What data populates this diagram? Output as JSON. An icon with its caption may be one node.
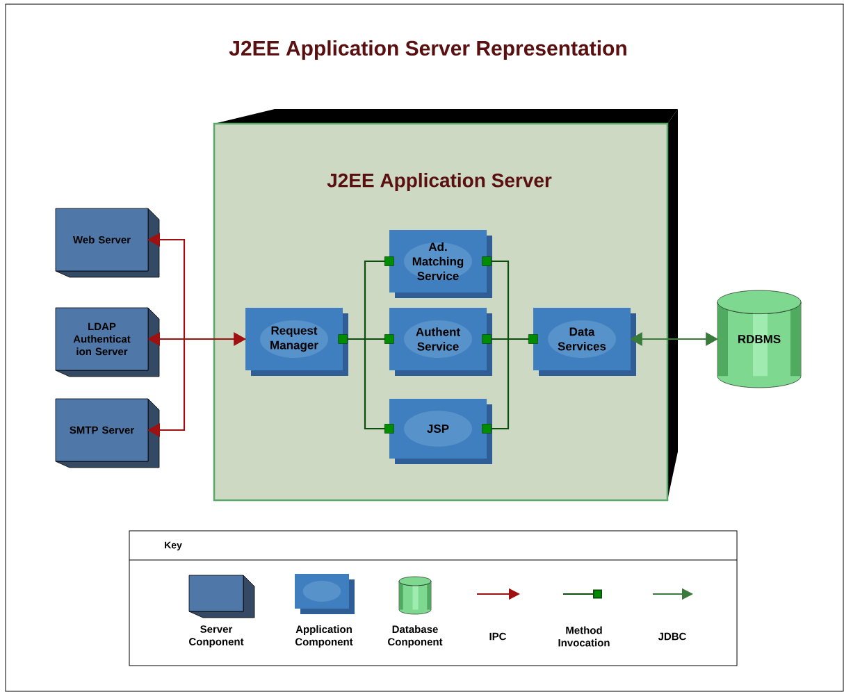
{
  "diagram": {
    "title": "J2EE Application Server Representation",
    "nodes": [
      {
        "text": [
          "J2EE Application Server"
        ]
      },
      {
        "text": [
          "Web Server"
        ]
      },
      {
        "text": [
          "LDAP Authenticat ion Server"
        ]
      },
      {
        "text": [
          "SMTP Server"
        ]
      },
      {
        "text": [
          "Request Manager"
        ],
        "in": 0
      },
      {
        "text": [
          "Ad. Matching Service"
        ],
        "in": 0
      },
      {
        "text": [
          "Authent Service"
        ],
        "in": 0
      },
      {
        "text": [
          "JSP"
        ],
        "in": 0
      },
      {
        "text": [
          "Data Services"
        ],
        "in": 0
      },
      {
        "text": [
          "RDBMS"
        ]
      }
    ],
    "edges": [
      {
        "from": 4,
        "to": 1,
        "arrow": "both",
        "color": "#a01010"
      },
      {
        "from": 4,
        "to": 2,
        "arrow": "both",
        "color": "#a01010"
      },
      {
        "from": 4,
        "to": 3,
        "arrow": "both",
        "color": "#a01010"
      },
      {
        "from": 4,
        "to": 5,
        "arrow": "other"
      },
      {
        "from": 4,
        "to": 6,
        "arrow": "other"
      },
      {
        "from": 4,
        "to": 7,
        "arrow": "other"
      },
      {
        "from": 5,
        "to": 8,
        "arrow": "other"
      },
      {
        "from": 6,
        "to": 8,
        "arrow": "other"
      },
      {
        "from": 7,
        "to": 8,
        "arrow": "other"
      },
      {
        "from": 8,
        "to": 9,
        "arrow": "both",
        "color": "#3a7a3a"
      }
    ],
    "labels": [
      "Key"
    ],
    "legend": [
      {
        "text": "Server Conponent"
      },
      {
        "text": "Application Component"
      },
      {
        "text": "Database Conponent"
      },
      {
        "text": "IPC"
      },
      {
        "text": "Method Invocation"
      },
      {
        "text": "JDBC"
      }
    ]
  }
}
